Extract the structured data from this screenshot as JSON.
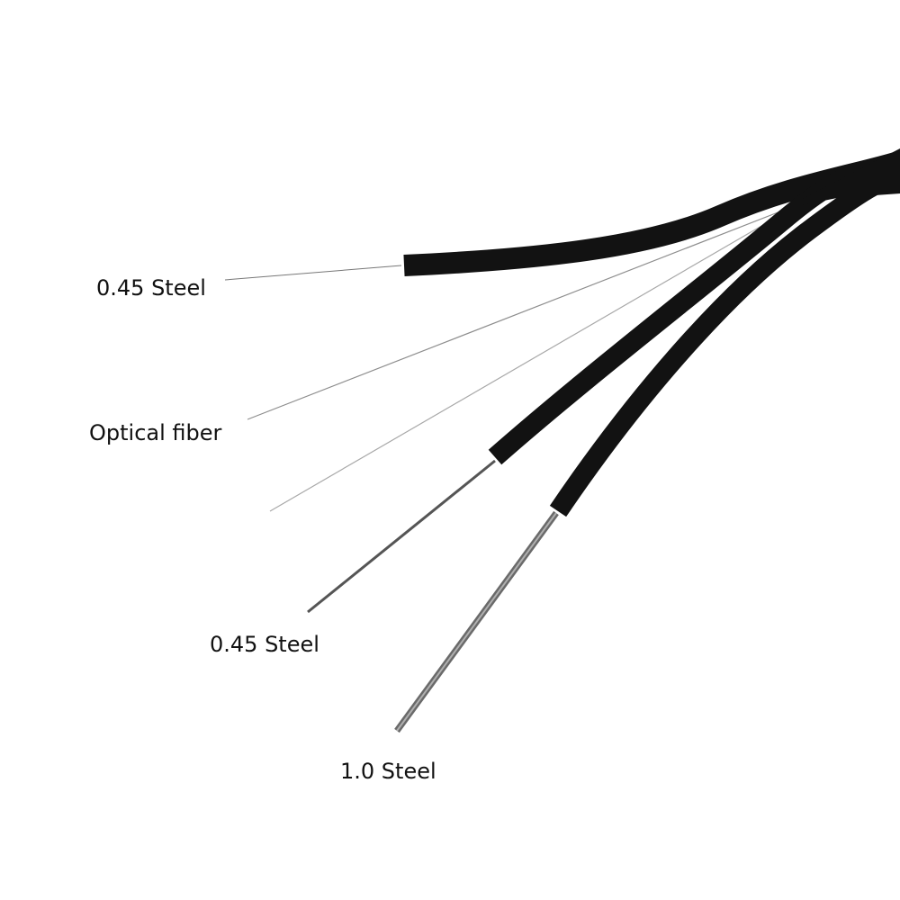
{
  "labels": {
    "top_steel": "0.45 Steel",
    "optical_fiber": "Optical fiber",
    "middle_steel": "0.45 Steel",
    "bottom_steel": "1.0 Steel"
  },
  "colors": {
    "jacket": "#111111",
    "fiber": "#9a9a9a",
    "steel": "#6e6e6e",
    "text": "#111111"
  }
}
